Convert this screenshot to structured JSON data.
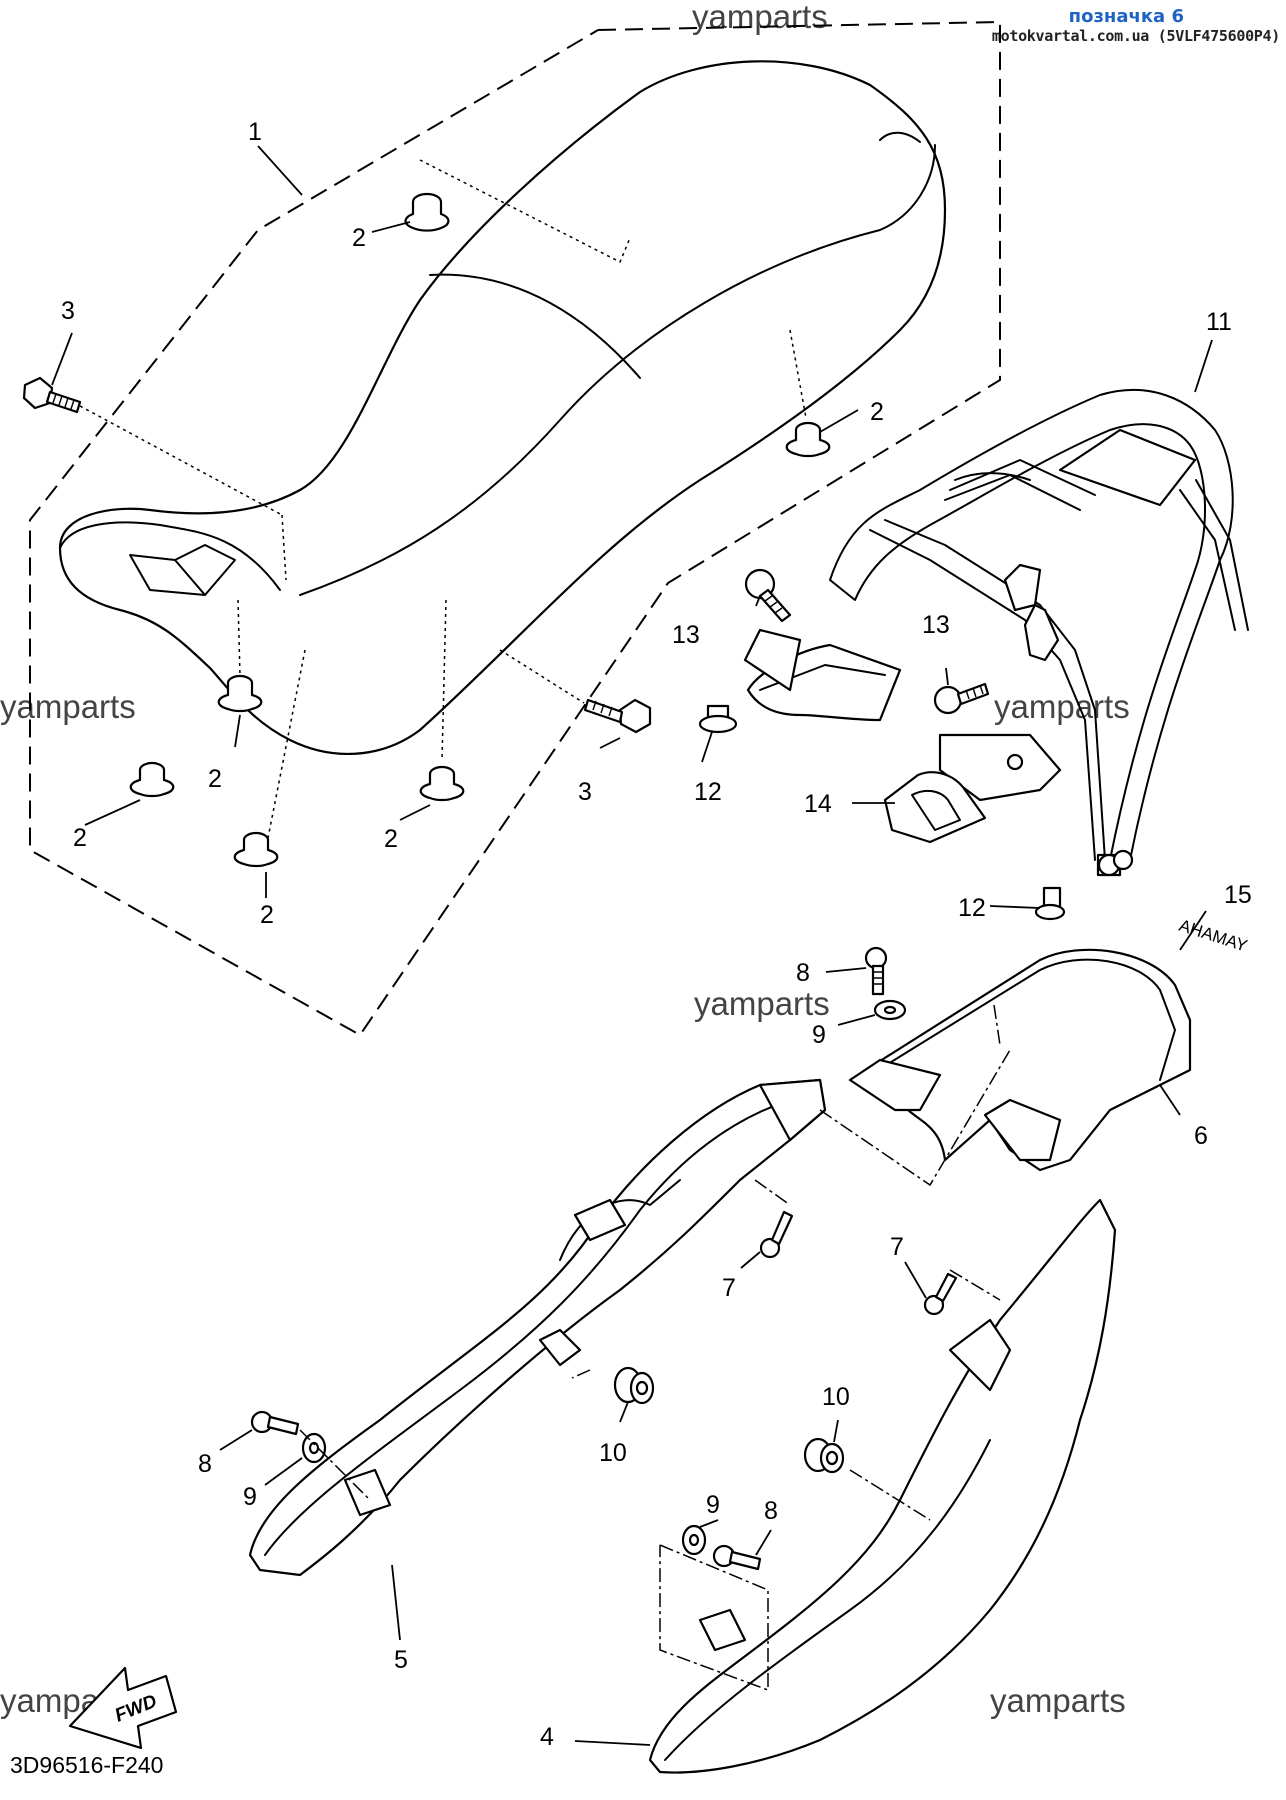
{
  "header": {
    "mark_label": "позначка 6",
    "site_label": "motokvartal.com.ua (5VLF475600P4)"
  },
  "watermark": "yamparts",
  "diagram_code": "3D96516-F240",
  "fwd_label": "FWD",
  "label_15_text": "AHAMAY",
  "callouts": {
    "c1": "1",
    "c2": "2",
    "c3": "3",
    "c4": "4",
    "c5": "5",
    "c6": "6",
    "c7": "7",
    "c8": "8",
    "c9": "9",
    "c10": "10",
    "c11": "11",
    "c12": "12",
    "c13": "13",
    "c14": "14",
    "c15": "15"
  }
}
